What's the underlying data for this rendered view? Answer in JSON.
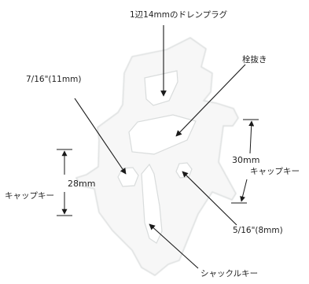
{
  "labels": {
    "drain_plug": "1辺14mmのドレンプラグ",
    "plug_key": "栓抜き",
    "size_11": "7/16\"(11mm)",
    "size_28": "28mm",
    "cap_key_left": "キャップキー",
    "size_30": "30mm",
    "cap_key_right": "キャップキー",
    "size_8": "5/16\"(8mm)",
    "shackle_key": "シャックルキー"
  },
  "colors": {
    "tool_fill": "#f7f7f7",
    "tool_shade": "#d9dcdc",
    "line": "#1a1a1a"
  }
}
